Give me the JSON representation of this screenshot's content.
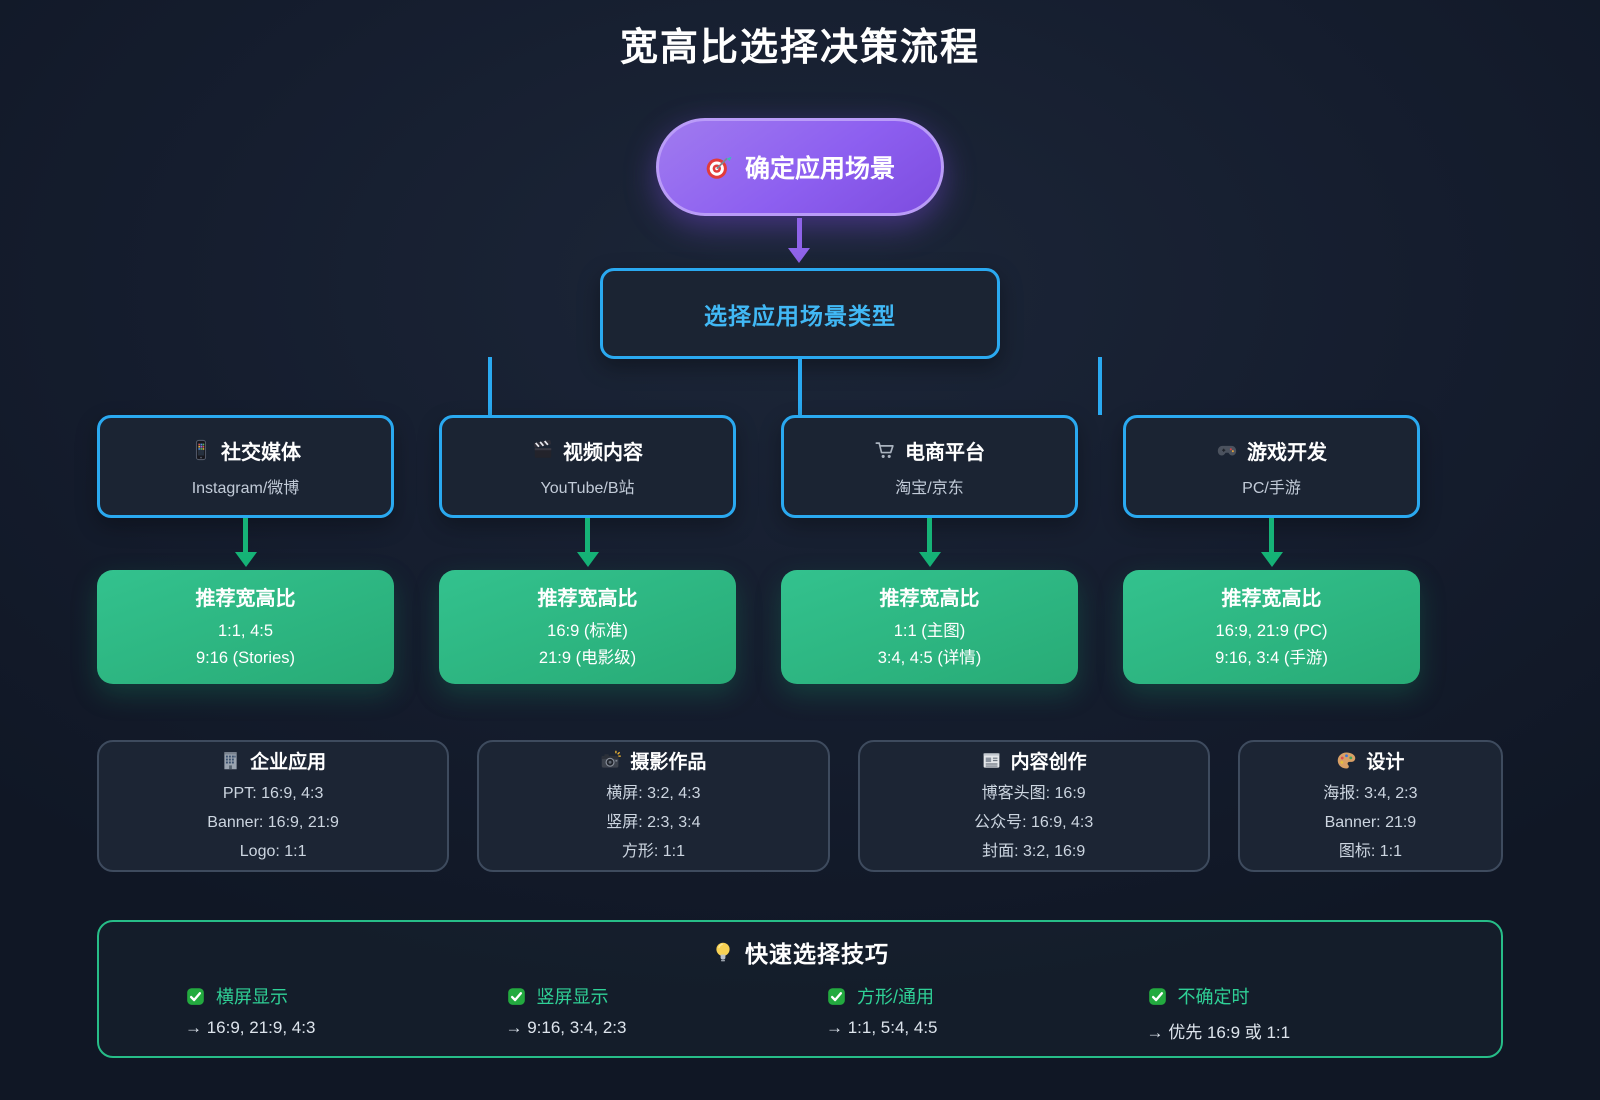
{
  "page": {
    "title": "宽高比选择决策流程"
  },
  "colors": {
    "background": "#121a2b",
    "accent_blue": "#2aa9f0",
    "blue_text": "#41b8f5",
    "accent_green": "#2bbc85",
    "arrow_green": "#16b377",
    "tip_green": "#2fd096",
    "accent_purple": "#8b5cf6",
    "purple_border": "#ba9cf8",
    "card_border": "#3e4b5e",
    "subtitle_gray": "#c2cbd8"
  },
  "flow": {
    "start": {
      "icon": "target-icon",
      "label": "确定应用场景"
    },
    "decision": {
      "label": "选择应用场景类型"
    }
  },
  "branches": [
    {
      "icon": "smartphone-icon",
      "title": "社交媒体",
      "subtitle": "Instagram/微博",
      "rec_title": "推荐宽高比",
      "rec_lines": [
        "1:1, 4:5",
        "9:16 (Stories)"
      ]
    },
    {
      "icon": "clapper-icon",
      "title": "视频内容",
      "subtitle": "YouTube/B站",
      "rec_title": "推荐宽高比",
      "rec_lines": [
        "16:9 (标准)",
        "21:9 (电影级)"
      ]
    },
    {
      "icon": "cart-icon",
      "title": "电商平台",
      "subtitle": "淘宝/京东",
      "rec_title": "推荐宽高比",
      "rec_lines": [
        "1:1 (主图)",
        "3:4, 4:5 (详情)"
      ]
    },
    {
      "icon": "gamepad-icon",
      "title": "游戏开发",
      "subtitle": "PC/手游",
      "rec_title": "推荐宽高比",
      "rec_lines": [
        "16:9, 21:9 (PC)",
        "9:16, 3:4 (手游)"
      ]
    }
  ],
  "info_cards": [
    {
      "icon": "building-icon",
      "title": "企业应用",
      "lines": [
        "PPT: 16:9, 4:3",
        "Banner: 16:9, 21:9",
        "Logo: 1:1"
      ]
    },
    {
      "icon": "camera-icon",
      "title": "摄影作品",
      "lines": [
        "横屏: 3:2, 4:3",
        "竖屏: 2:3, 3:4",
        "方形: 1:1"
      ]
    },
    {
      "icon": "newspaper-icon",
      "title": "内容创作",
      "lines": [
        "博客头图: 16:9",
        "公众号: 16:9, 4:3",
        "封面: 3:2, 16:9"
      ]
    },
    {
      "icon": "palette-icon",
      "title": "设计",
      "lines": [
        "海报: 3:4, 2:3",
        "Banner: 21:9",
        "图标: 1:1"
      ]
    }
  ],
  "tips": {
    "icon": "bulb-icon",
    "title": "快速选择技巧",
    "items": [
      {
        "icon": "check-icon",
        "label": "横屏显示",
        "value": "→ 16:9, 21:9, 4:3"
      },
      {
        "icon": "check-icon",
        "label": "竖屏显示",
        "value": "→ 9:16, 3:4, 2:3"
      },
      {
        "icon": "check-icon",
        "label": "方形/通用",
        "value": "→ 1:1, 5:4, 4:5"
      },
      {
        "icon": "check-icon",
        "label": "不确定时",
        "value": "→ 优先 16:9 或 1:1"
      }
    ]
  }
}
